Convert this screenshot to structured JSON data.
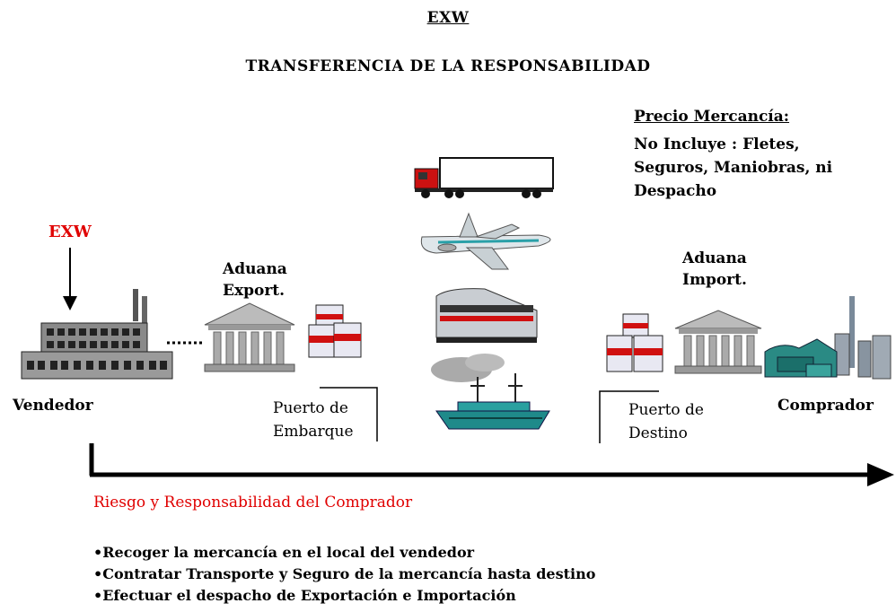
{
  "title": "EXW",
  "subtitle": "TRANSFERENCIA DE LA RESPONSABILIDAD",
  "price_note": {
    "heading": "Precio Mercancía:",
    "lines": [
      "No Incluye :  Fletes,",
      "Seguros, Maniobras, ni",
      "Despacho"
    ]
  },
  "exw_marker": "EXW",
  "nodes": {
    "seller": "Vendedor",
    "export_customs": [
      "Aduana",
      "Export."
    ],
    "port_loading": [
      "Puerto de",
      "Embarque"
    ],
    "import_customs": [
      "Aduana",
      "Import."
    ],
    "port_destination": [
      "Puerto de",
      "Destino"
    ],
    "buyer": "Comprador"
  },
  "risk_heading": "Riesgo y Responsabilidad del Comprador",
  "responsibilities": [
    "•Recoger la mercancía en el local del vendedor",
    "•Contratar Transporte y Seguro de la mercancía hasta destino",
    "•Efectuar el despacho de Exportación e Importación"
  ],
  "colors": {
    "marker_red": "#e00000",
    "ship_hull": "#1f8a8a",
    "truck_cab": "#cc1111"
  },
  "icons": [
    "factory-icon",
    "customs-building-icon",
    "cargo-boxes-icon",
    "truck-icon",
    "airplane-icon",
    "train-icon",
    "ship-icon",
    "refinery-icon"
  ]
}
